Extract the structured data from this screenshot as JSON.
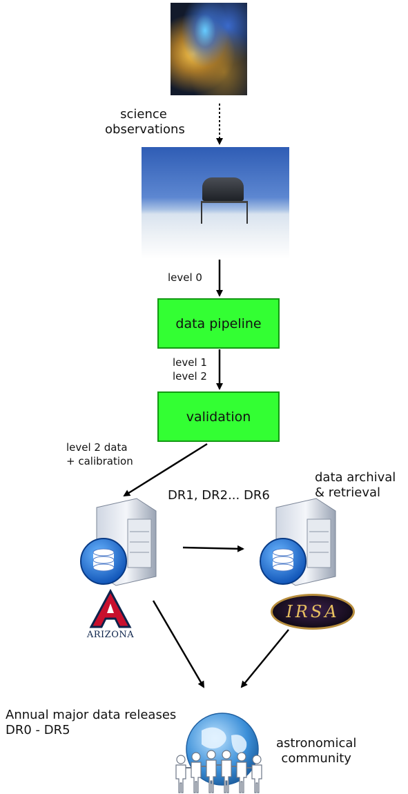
{
  "nodes": {
    "science_obs": [
      "science",
      "observations"
    ],
    "pipeline": "data pipeline",
    "validation": "validation",
    "dr_list": "DR1, DR2... DR6",
    "archival": [
      "data archival",
      "& retrieval"
    ],
    "releases": [
      "Annual major data releases",
      "DR0 - DR5"
    ],
    "community": [
      "astronomical",
      "community"
    ],
    "arizona": "ARIZONA",
    "irsa": "IRSA"
  },
  "edges": {
    "level0": "level 0",
    "level12": [
      "level 1",
      "level 2"
    ],
    "l2cal": [
      "level 2 data",
      "+ calibration"
    ]
  },
  "colors": {
    "box_fill": "#33ff33",
    "box_border": "#119911",
    "arizona_red": "#c8102e",
    "arizona_navy": "#0c234b",
    "irsa_gold": "#e8c060"
  }
}
